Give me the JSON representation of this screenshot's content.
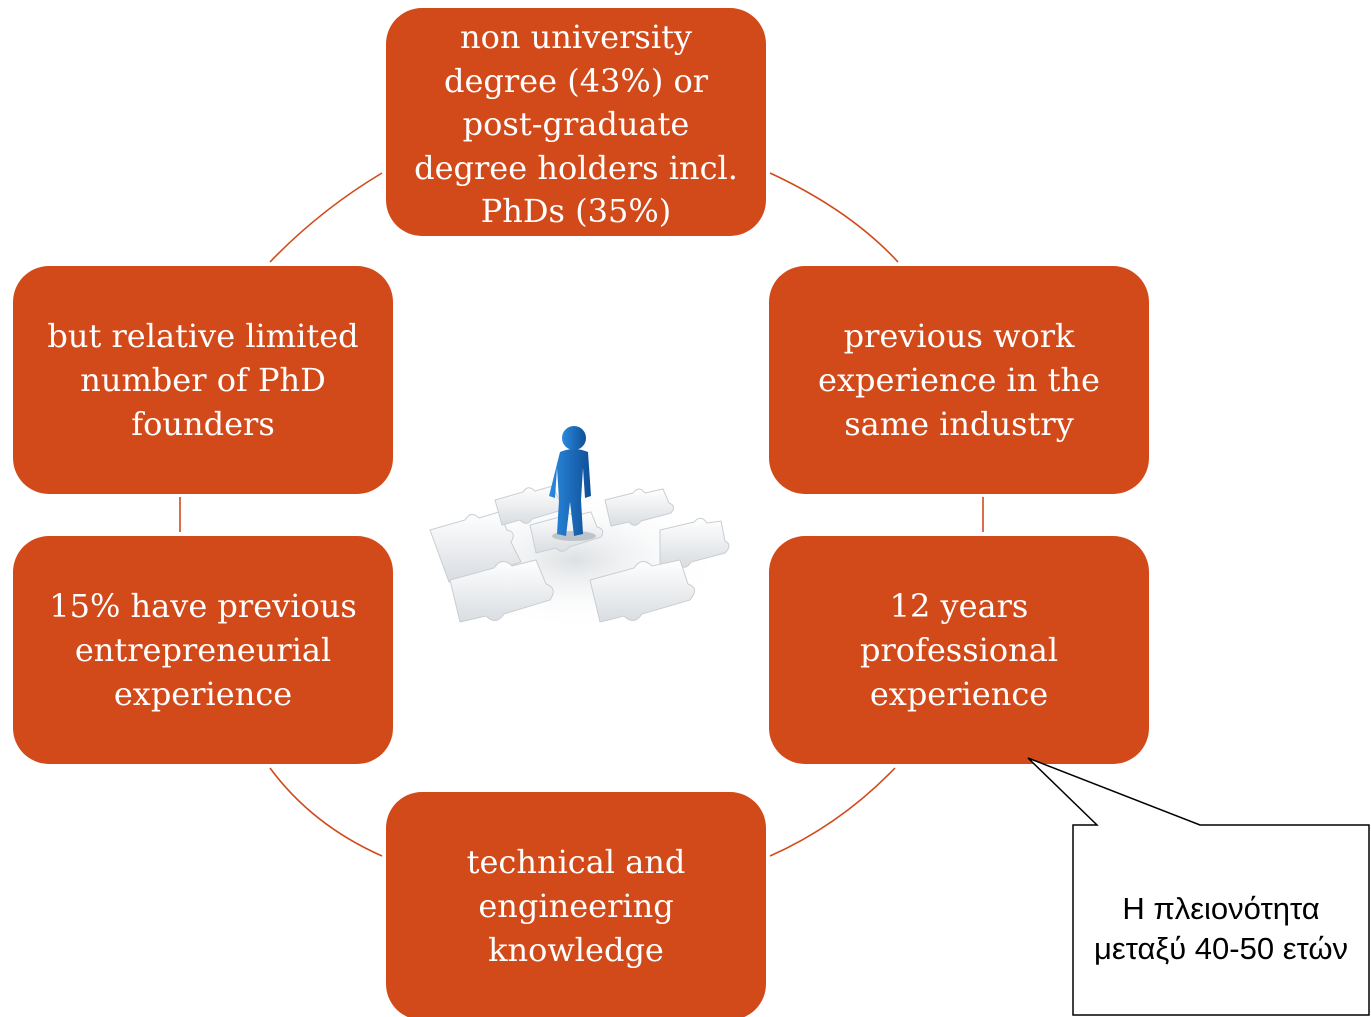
{
  "diagram": {
    "nodes": {
      "top": "non university degree (43%) or post-graduate degree holders incl. PhDs (35%)",
      "upper_right": "previous work experience in the same industry",
      "lower_right": "12 years professional experience",
      "bottom": "technical and engineering knowledge",
      "lower_left": "15% have previous entrepreneurial experience",
      "upper_left": "but relative limited number of PhD founders"
    },
    "callout": "Η πλειονότητα μεταξύ 40-50 ετών",
    "center_image": "person-on-puzzle-pieces-icon",
    "colors": {
      "node_fill": "#d24a1a",
      "node_text": "#ffffff",
      "connector": "#d24a1a",
      "figure_blue": "#1f6fc0",
      "puzzle_piece": "#e9ecef"
    }
  }
}
